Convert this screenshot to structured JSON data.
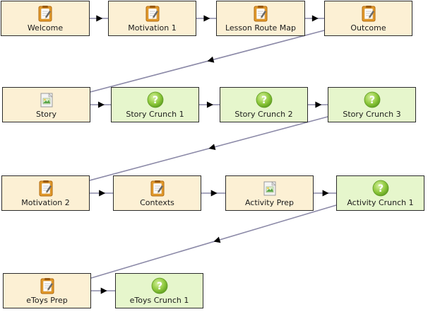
{
  "diagram": {
    "rows": [
      [
        {
          "id": "welcome",
          "label": "Welcome",
          "kind": "page",
          "icon": "notepad-icon"
        },
        {
          "id": "motivation-1",
          "label": "Motivation 1",
          "kind": "page",
          "icon": "notepad-icon"
        },
        {
          "id": "lesson-route-map",
          "label": "Lesson Route Map",
          "kind": "page",
          "icon": "notepad-icon"
        },
        {
          "id": "outcome",
          "label": "Outcome",
          "kind": "page",
          "icon": "notepad-icon"
        }
      ],
      [
        {
          "id": "story",
          "label": "Story",
          "kind": "page",
          "icon": "image-page-icon"
        },
        {
          "id": "story-crunch-1",
          "label": "Story Crunch 1",
          "kind": "quiz",
          "icon": "question-icon"
        },
        {
          "id": "story-crunch-2",
          "label": "Story Crunch 2",
          "kind": "quiz",
          "icon": "question-icon"
        },
        {
          "id": "story-crunch-3",
          "label": "Story Crunch 3",
          "kind": "quiz",
          "icon": "question-icon"
        }
      ],
      [
        {
          "id": "motivation-2",
          "label": "Motivation 2",
          "kind": "page",
          "icon": "notepad-icon"
        },
        {
          "id": "contexts",
          "label": "Contexts",
          "kind": "page",
          "icon": "notepad-icon"
        },
        {
          "id": "activity-prep",
          "label": "Activity Prep",
          "kind": "page",
          "icon": "image-page-icon"
        },
        {
          "id": "activity-crunch-1",
          "label": "Activity Crunch 1",
          "kind": "quiz",
          "icon": "question-icon"
        }
      ],
      [
        {
          "id": "etoys-prep",
          "label": "eToys Prep",
          "kind": "page",
          "icon": "notepad-icon"
        },
        {
          "id": "etoys-crunch-1",
          "label": "eToys Crunch 1",
          "kind": "quiz",
          "icon": "question-icon"
        }
      ]
    ],
    "colors": {
      "page_fill": "#fcf0d4",
      "quiz_fill": "#e6f6cc",
      "node_border": "#2b2b2b",
      "edge": "#8c8aa8",
      "arrow": "#000000"
    }
  }
}
